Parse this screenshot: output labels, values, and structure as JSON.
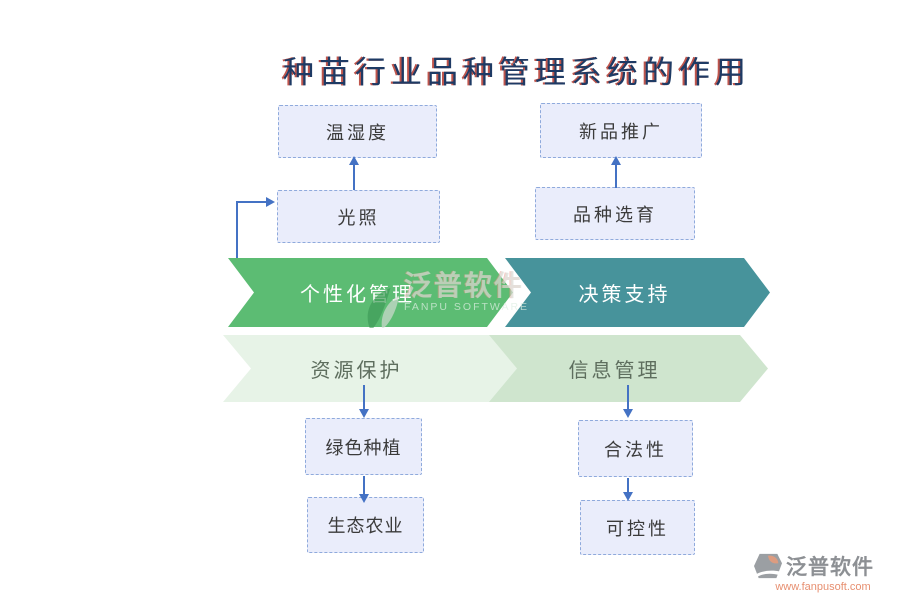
{
  "title": "种苗行业品种管理系统的作用",
  "chevrons": {
    "personalized": "个性化管理",
    "decision": "决策支持",
    "resource": "资源保护",
    "info": "信息管理"
  },
  "boxes": {
    "temp_humidity": "温湿度",
    "light": "光照",
    "promotion": "新品推广",
    "breeding": "品种选育",
    "green_planting": "绿色种植",
    "eco_agriculture": "生态农业",
    "legality": "合法性",
    "controllability": "可控性"
  },
  "watermark": {
    "brand": "泛普软件",
    "brand_en": "FANPU SOFTWARE"
  },
  "logo": {
    "brand": "泛普软件",
    "website": "www.fanpusoft.com"
  },
  "colors": {
    "green_chevron": "#5CBC73",
    "teal_chevron": "#47939B",
    "pale_green_left": "#E7F3E7",
    "pale_green_right": "#CFE5CE",
    "node_fill": "#EAEDFB",
    "node_border": "#8FAADC",
    "connector": "#4472C4",
    "title_text": "#1E3A64",
    "title_shadow": "#B4372D",
    "logo_url_text": "#E78F70"
  }
}
